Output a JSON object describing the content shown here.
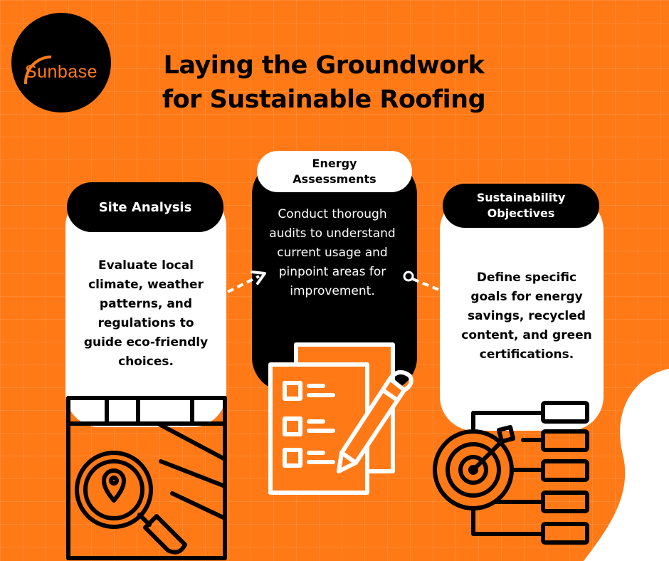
{
  "brand": {
    "logo_text": "Sunbase",
    "accent": "#ff7a17"
  },
  "title": {
    "line1": "Laying the Groundwork",
    "line2": "for Sustainable Roofing"
  },
  "steps": [
    {
      "heading": "Site Analysis",
      "description": "Evaluate local climate, weather patterns, and regulations to guide eco-friendly choices.",
      "icon": "map-magnifier-icon"
    },
    {
      "heading_line1": "Energy",
      "heading_line2": "Assessments",
      "description": "Conduct thorough audits to understand current usage and pinpoint areas for improvement.",
      "icon": "checklist-pencil-icon"
    },
    {
      "heading_line1": "Sustainability",
      "heading_line2": "Objectives",
      "description": "Define specific goals for energy savings, recycled content, and green certifications.",
      "icon": "target-goals-icon"
    }
  ],
  "colors": {
    "background": "#ff7a17",
    "dark": "#000000",
    "light": "#ffffff"
  }
}
